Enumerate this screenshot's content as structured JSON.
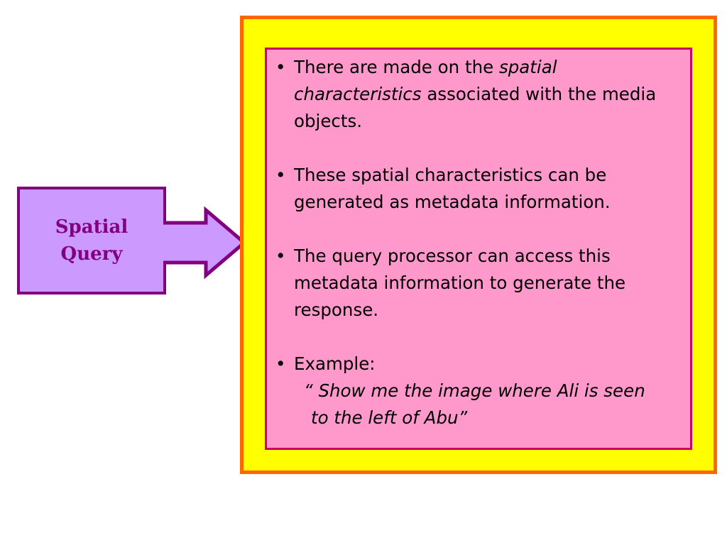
{
  "query_box": {
    "line1": "Spatial",
    "line2": "Query"
  },
  "content": {
    "bullet_glyph": "•",
    "b1_part1": "There are made on the ",
    "b1_italic": "spatial characteristics",
    "b1_part2": " associated with the media objects.",
    "b2": "These spatial characteristics can be generated as metadata information.",
    "b3": "The query processor can access this metadata information to generate the response.",
    "b4": "Example:",
    "example_line1": "“ Show me the image where Ali is seen",
    "example_line2": "to the left of Abu”"
  },
  "colors": {
    "query_fill": "#cc99ff",
    "query_border": "#800080",
    "outer_fill": "#ffff00",
    "outer_border": "#ff6600",
    "inner_fill": "#ff99cc",
    "inner_border": "#cc0066"
  }
}
